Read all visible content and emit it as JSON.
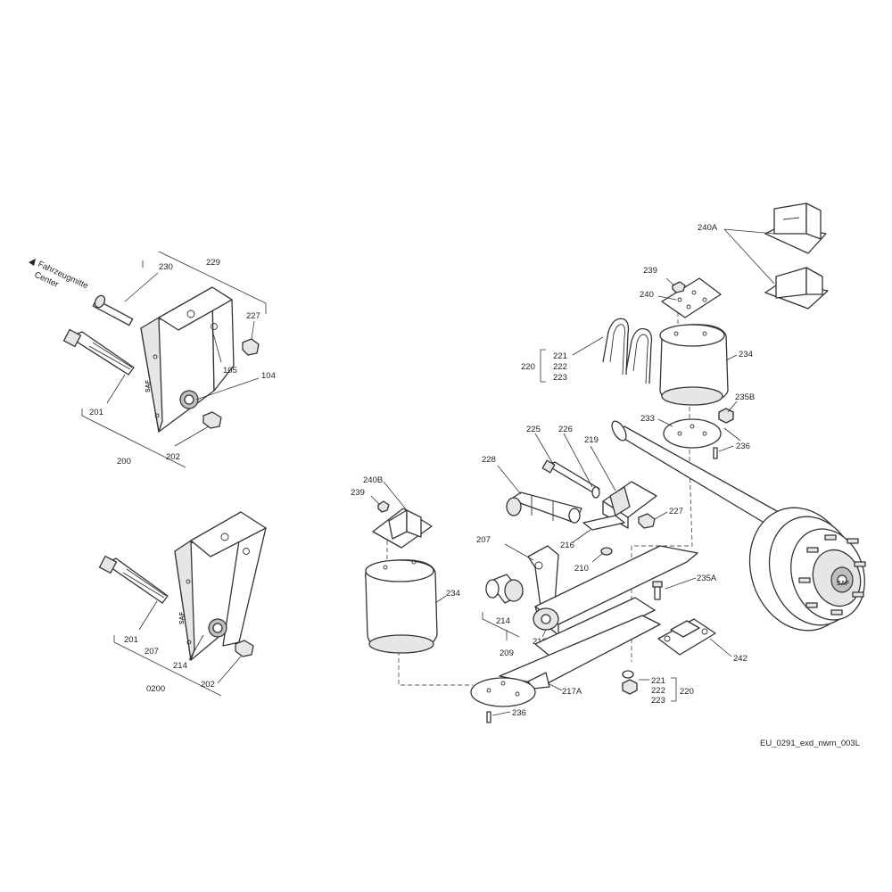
{
  "direction_label_1": "Fahrzeugmitte",
  "direction_label_2": "Center",
  "brand_mark": "SAF",
  "drawing_code": "EU_0291_exd_nwm_003L",
  "labels": {
    "l230": "230",
    "l229": "229",
    "l227a": "227",
    "l105": "105",
    "l104": "104",
    "l201a": "201",
    "l200": "200",
    "l202a": "202",
    "l201b": "201",
    "l207b": "207",
    "l214b": "214",
    "l0200": "0200",
    "l202b": "202",
    "l240A": "240A",
    "l239a": "239",
    "l240": "240",
    "l221a": "221",
    "l222a": "222",
    "l223a": "223",
    "l220a": "220",
    "l234a": "234",
    "l235B": "235B",
    "l233": "233",
    "l236a": "236",
    "l225": "225",
    "l226": "226",
    "l219": "219",
    "l228": "228",
    "l227b": "227",
    "l240B": "240B",
    "l239b": "239",
    "l216": "216",
    "l207": "207",
    "l210": "210",
    "l235A": "235A",
    "l234b": "234",
    "l214": "214",
    "l213": "213",
    "l209": "209",
    "l242": "242",
    "l221b": "221",
    "l222b": "222",
    "l223b": "223",
    "l220b": "220",
    "l217A": "217A",
    "l236b": "236"
  }
}
